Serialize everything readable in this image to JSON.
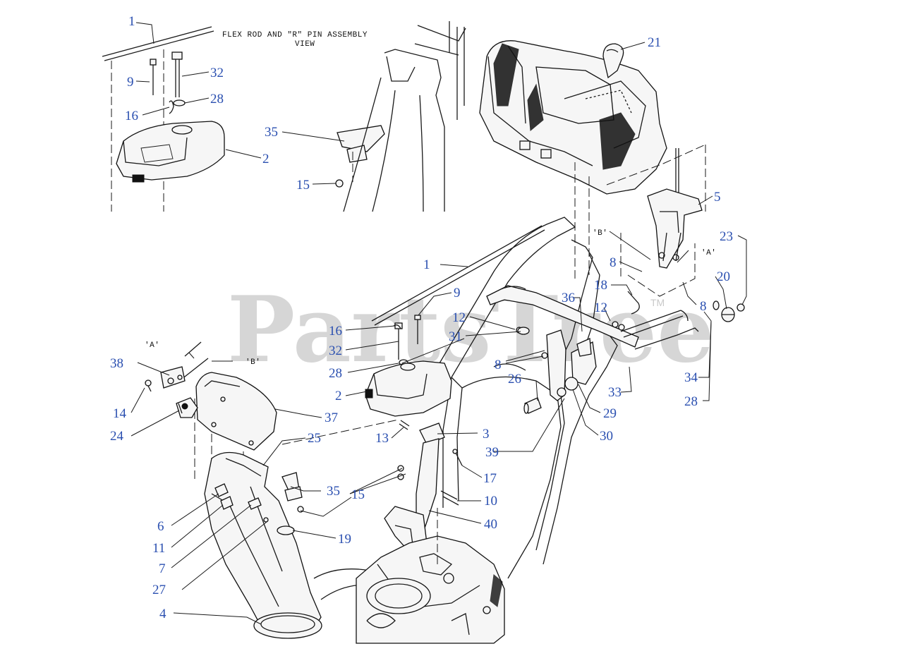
{
  "watermark": {
    "text": "PartsTree",
    "tm": "TM"
  },
  "inset": {
    "title_line1": "FLEX ROD AND \"R\" PIN ASSEMBLY",
    "title_line2": "VIEW"
  },
  "notes": {
    "a": "'A'",
    "b": "'B'"
  },
  "colors": {
    "callout": "#2a4fb0",
    "line": "#1a1a1a",
    "watermark": "#c9c9c9"
  },
  "callouts": {
    "c1_top": "1",
    "c9_top": "9",
    "c32_top": "32",
    "c16_top": "16",
    "c28_top": "28",
    "c2_top": "2",
    "c35_top": "35",
    "c15_top": "15",
    "c21": "21",
    "c5": "5",
    "c23": "23",
    "c8_a": "8",
    "c20": "20",
    "c8_b": "8",
    "c1_main": "1",
    "c9_main": "9",
    "c18": "18",
    "c36": "36",
    "c12_a": "12",
    "c12_b": "12",
    "c16_main": "16",
    "c31": "31",
    "c32_main": "32",
    "c8_c": "8",
    "c28_main": "28",
    "c26": "26",
    "c2_main": "2",
    "c33": "33",
    "c34": "34",
    "c28_right": "28",
    "c29": "29",
    "c30": "30",
    "c38": "38",
    "c14": "14",
    "c24": "24",
    "c37": "37",
    "c13": "13",
    "c3": "3",
    "c25": "25",
    "c39": "39",
    "c17": "17",
    "c35_main": "35",
    "c15_main": "15",
    "c10": "10",
    "c6": "6",
    "c11": "11",
    "c7": "7",
    "c40": "40",
    "c19": "19",
    "c27": "27",
    "c4": "4"
  }
}
